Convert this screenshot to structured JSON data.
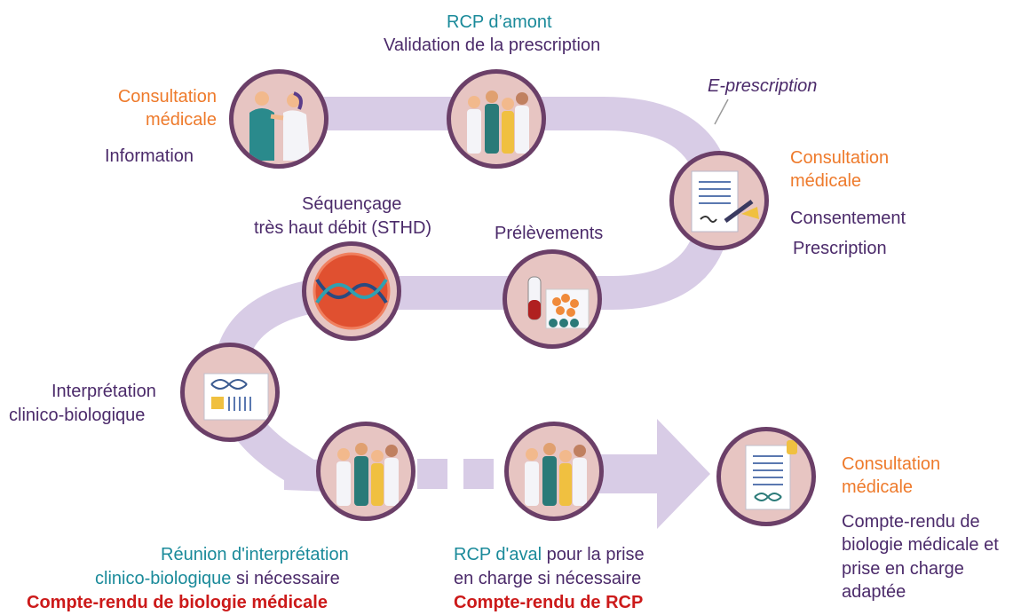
{
  "stations": {
    "consult1": {
      "title": "Consultation médicale",
      "sub": "Information"
    },
    "rcp_amont": {
      "line1": "RCP d’amont",
      "line2": "Validation de la prescription"
    },
    "eprescription": "E-prescription",
    "consult2": {
      "title": "Consultation médicale",
      "sub1": "Consentement",
      "sub2": "Prescription"
    },
    "sthd": {
      "line1": "Séquençage",
      "line2": "très haut débit (STHD)"
    },
    "prelevements": "Prélèvements",
    "interpretation": {
      "line1": "Interprétation",
      "line2": "clinico-biologique"
    },
    "reunion": {
      "line1": "Réunion d'interprétation",
      "line2_teal": "clinico-biologique",
      "line2_rest": " si nécessaire",
      "result": "Compte-rendu de biologie médicale"
    },
    "rcp_aval": {
      "line1_teal": "RCP d'aval",
      "line1_rest": " pour la prise",
      "line2": "en charge si nécessaire",
      "result": "Compte-rendu de RCP"
    },
    "consult3": {
      "title": "Consultation médicale",
      "sub": "Compte-rendu de biologie médicale et prise en charge adaptée"
    }
  },
  "icons": [
    "doctor-patient-icon",
    "medical-team-icon",
    "signing-document-icon",
    "dna-sequencing-icon",
    "samples-icon",
    "dna-report-icon",
    "medical-team-icon",
    "medical-team-icon",
    "dna-report-icon"
  ],
  "colors": {
    "path": "#d8cce6",
    "ring": "#6b3f68",
    "node_fill": "#e7c5c2",
    "orange": "#ee7a2b",
    "purple": "#4b2a6a",
    "teal": "#1a8a9a",
    "red": "#cc1a1a"
  }
}
